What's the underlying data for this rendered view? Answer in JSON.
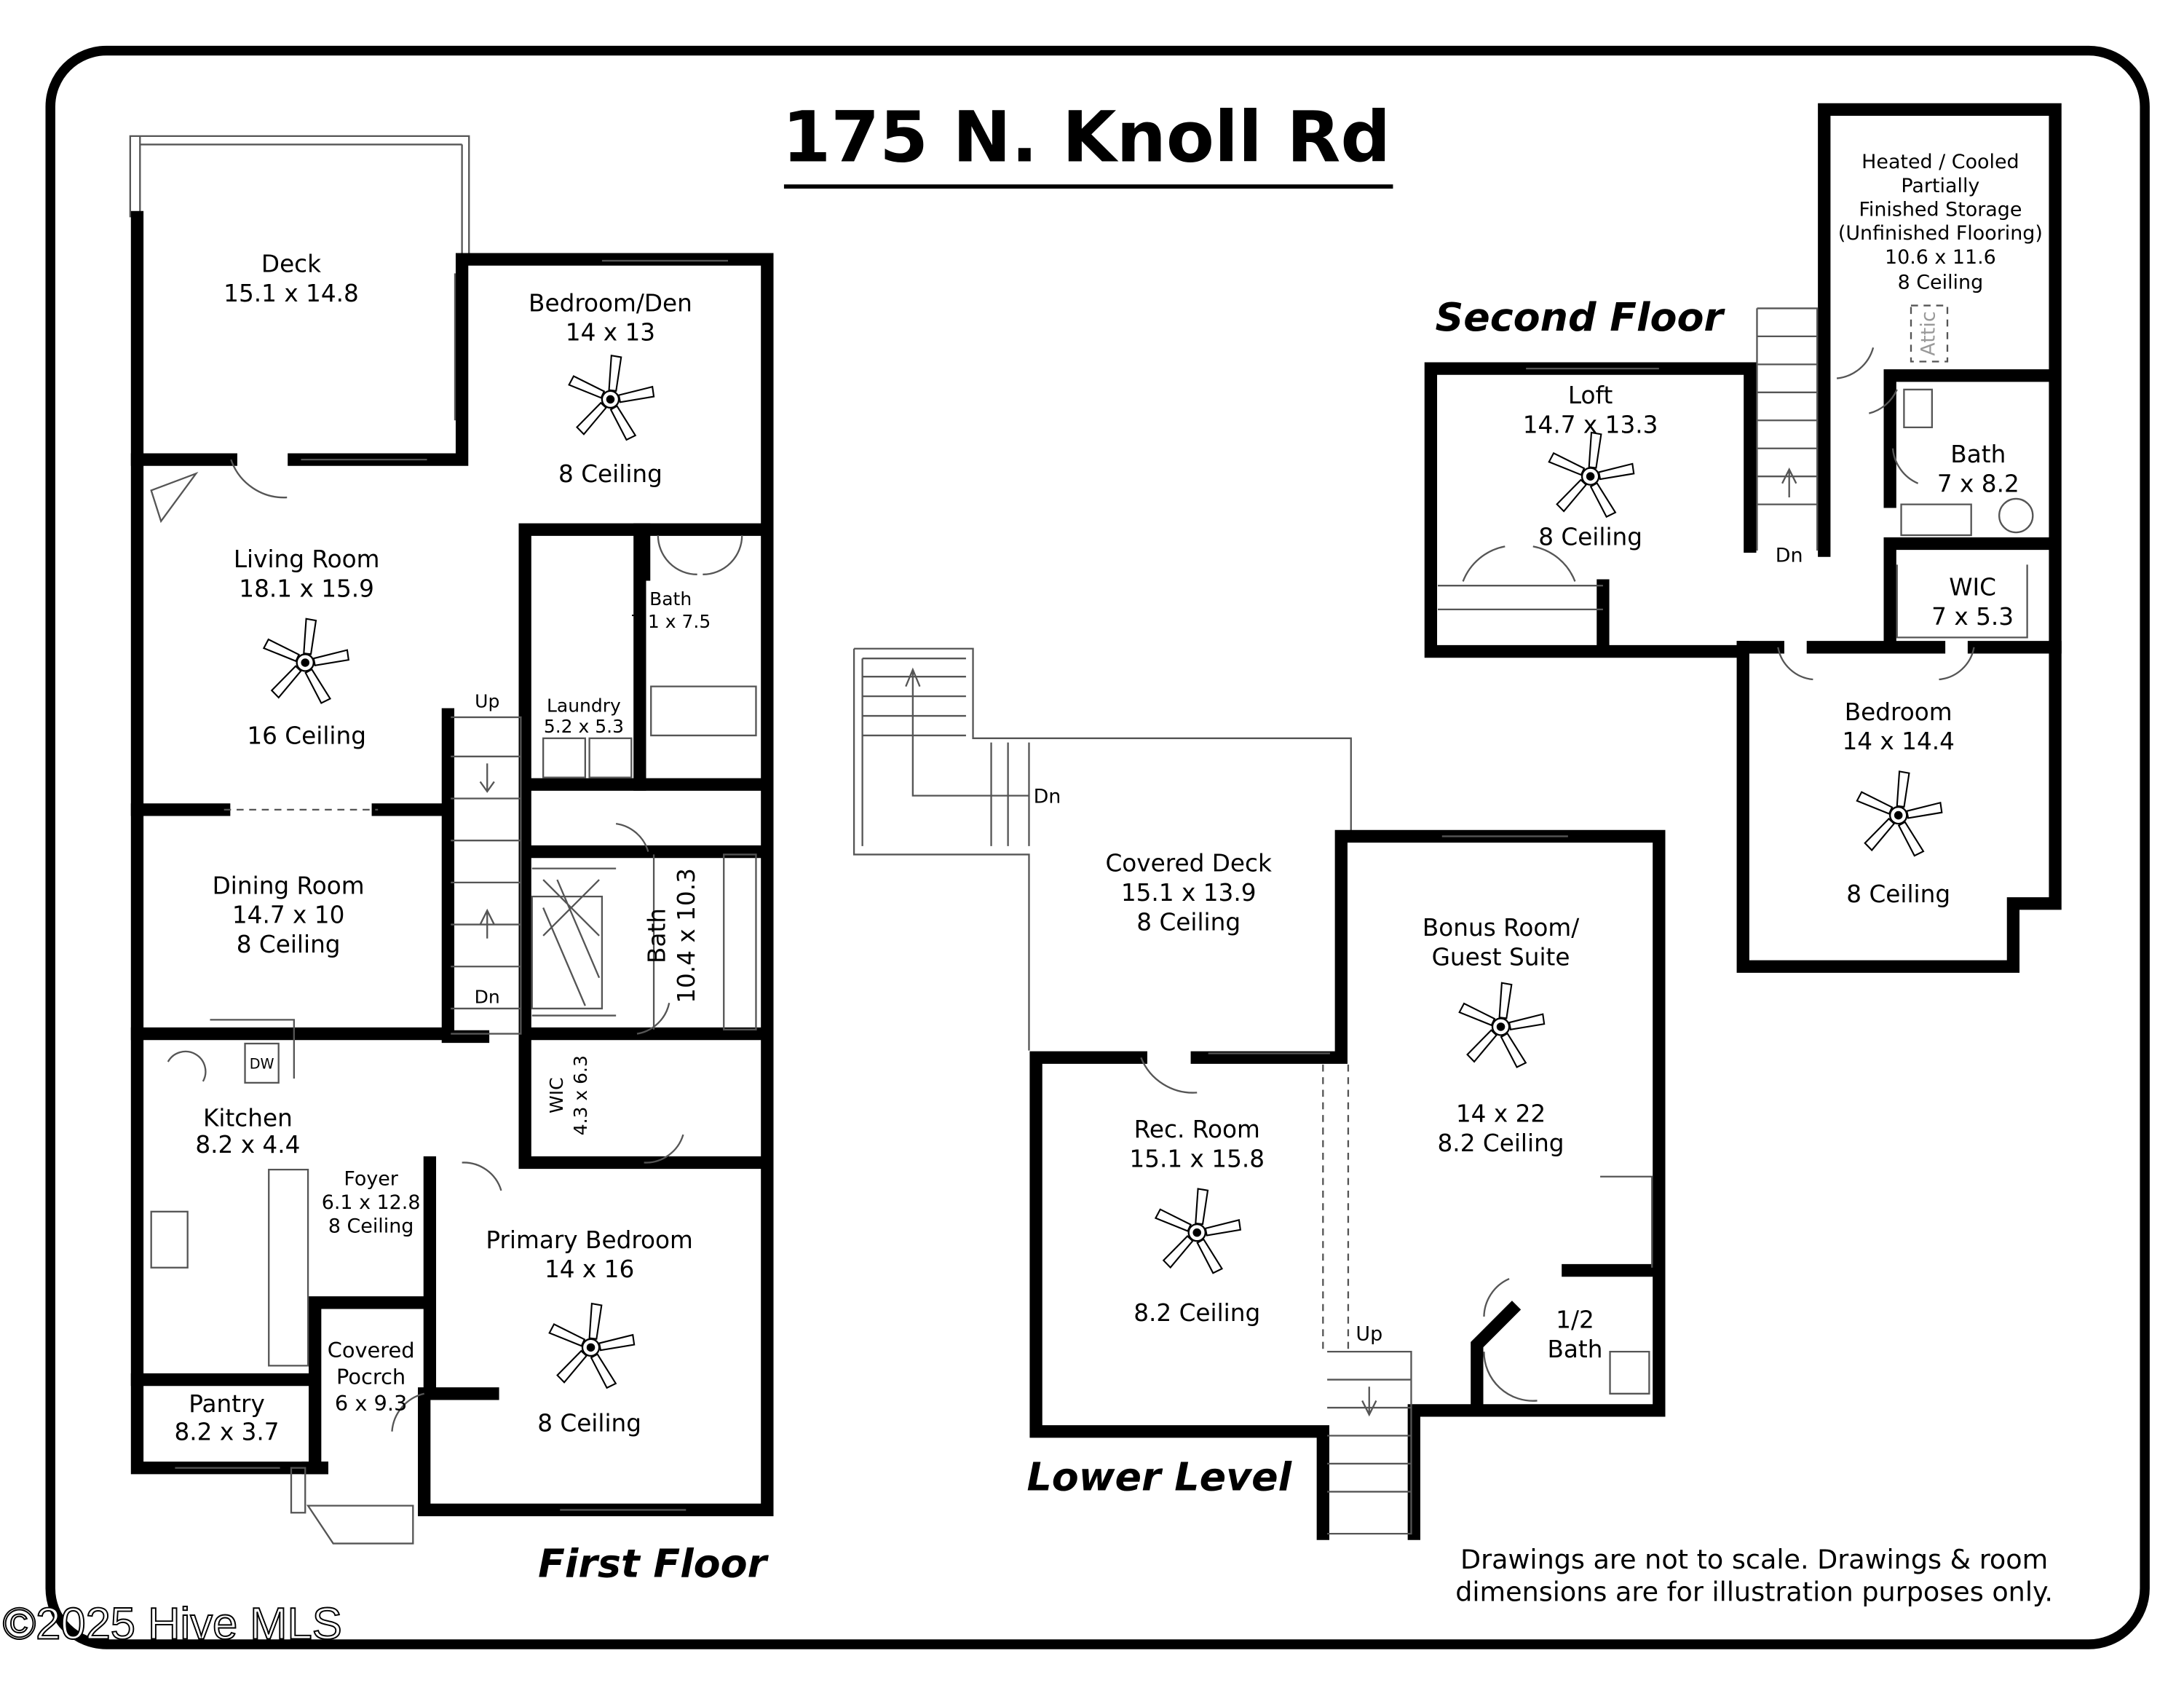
{
  "title": "175 N. Knoll Rd",
  "floors": {
    "first": "First Floor",
    "second": "Second Floor",
    "lower": "Lower Level"
  },
  "rooms": {
    "deck": {
      "name": "Deck",
      "dims": "15.1 x 14.8"
    },
    "bedroom_den": {
      "name": "Bedroom/Den",
      "dims": "14 x 13",
      "ceiling": "8 Ceiling"
    },
    "living": {
      "name": "Living Room",
      "dims": "18.1 x 15.9",
      "ceiling": "16 Ceiling"
    },
    "bath1": {
      "name": "Bath",
      "dims": "7.1 x 7.5"
    },
    "laundry": {
      "name": "Laundry",
      "dims": "5.2 x 5.3"
    },
    "dining": {
      "name": "Dining Room",
      "dims": "14.7 x 10",
      "ceiling": "8 Ceiling"
    },
    "bath2": {
      "name": "Bath",
      "dims": "10.4 x 10.3"
    },
    "kitchen": {
      "name": "Kitchen",
      "dims": "8.2 x 4.4",
      "dw": "DW"
    },
    "wic1": {
      "name": "WIC",
      "dims": "4.3 x 6.3"
    },
    "foyer": {
      "name": "Foyer",
      "dims": "6.1 x 12.8",
      "ceiling": "8 Ceiling"
    },
    "primary": {
      "name": "Primary Bedroom",
      "dims": "14 x 16",
      "ceiling": "8 Ceiling"
    },
    "porch": {
      "name1": "Covered",
      "name2": "Pocrch",
      "dims": "6 x 9.3"
    },
    "pantry": {
      "name": "Pantry",
      "dims": "8.2 x 3.7"
    },
    "covered_deck": {
      "name": "Covered Deck",
      "dims": "15.1 x 13.9",
      "ceiling": "8 Ceiling"
    },
    "bonus": {
      "name1": "Bonus Room/",
      "name2": "Guest Suite",
      "dims": "14 x 22",
      "ceiling": "8.2 Ceiling"
    },
    "rec": {
      "name": "Rec. Room",
      "dims": "15.1 x 15.8",
      "ceiling": "8.2 Ceiling"
    },
    "half_bath": {
      "name1": "1/2",
      "name2": "Bath"
    },
    "storage": {
      "l1": "Heated / Cooled",
      "l2": "Partially",
      "l3": "Finished Storage",
      "l4": "(Unfinished Flooring)",
      "dims": "10.6 x 11.6",
      "ceiling": "8 Ceiling",
      "attic": "Attic"
    },
    "loft": {
      "name": "Loft",
      "dims": "14.7 x 13.3",
      "ceiling": "8 Ceiling"
    },
    "bath3": {
      "name": "Bath",
      "dims": "7 x 8.2"
    },
    "wic2": {
      "name": "WIC",
      "dims": "7 x 5.3"
    },
    "bedroom2": {
      "name": "Bedroom",
      "dims": "14 x 14.4",
      "ceiling": "8 Ceiling"
    }
  },
  "stairs": {
    "up": "Up",
    "dn": "Dn"
  },
  "disclaimer": {
    "line1": "Drawings are not to scale. Drawings & room",
    "line2": "dimensions are for illustration purposes only."
  },
  "watermark": "©2025 Hive MLS",
  "icons": [
    "ceiling-fan-icon",
    "stairs-arrow-icon",
    "door-swing-icon"
  ]
}
